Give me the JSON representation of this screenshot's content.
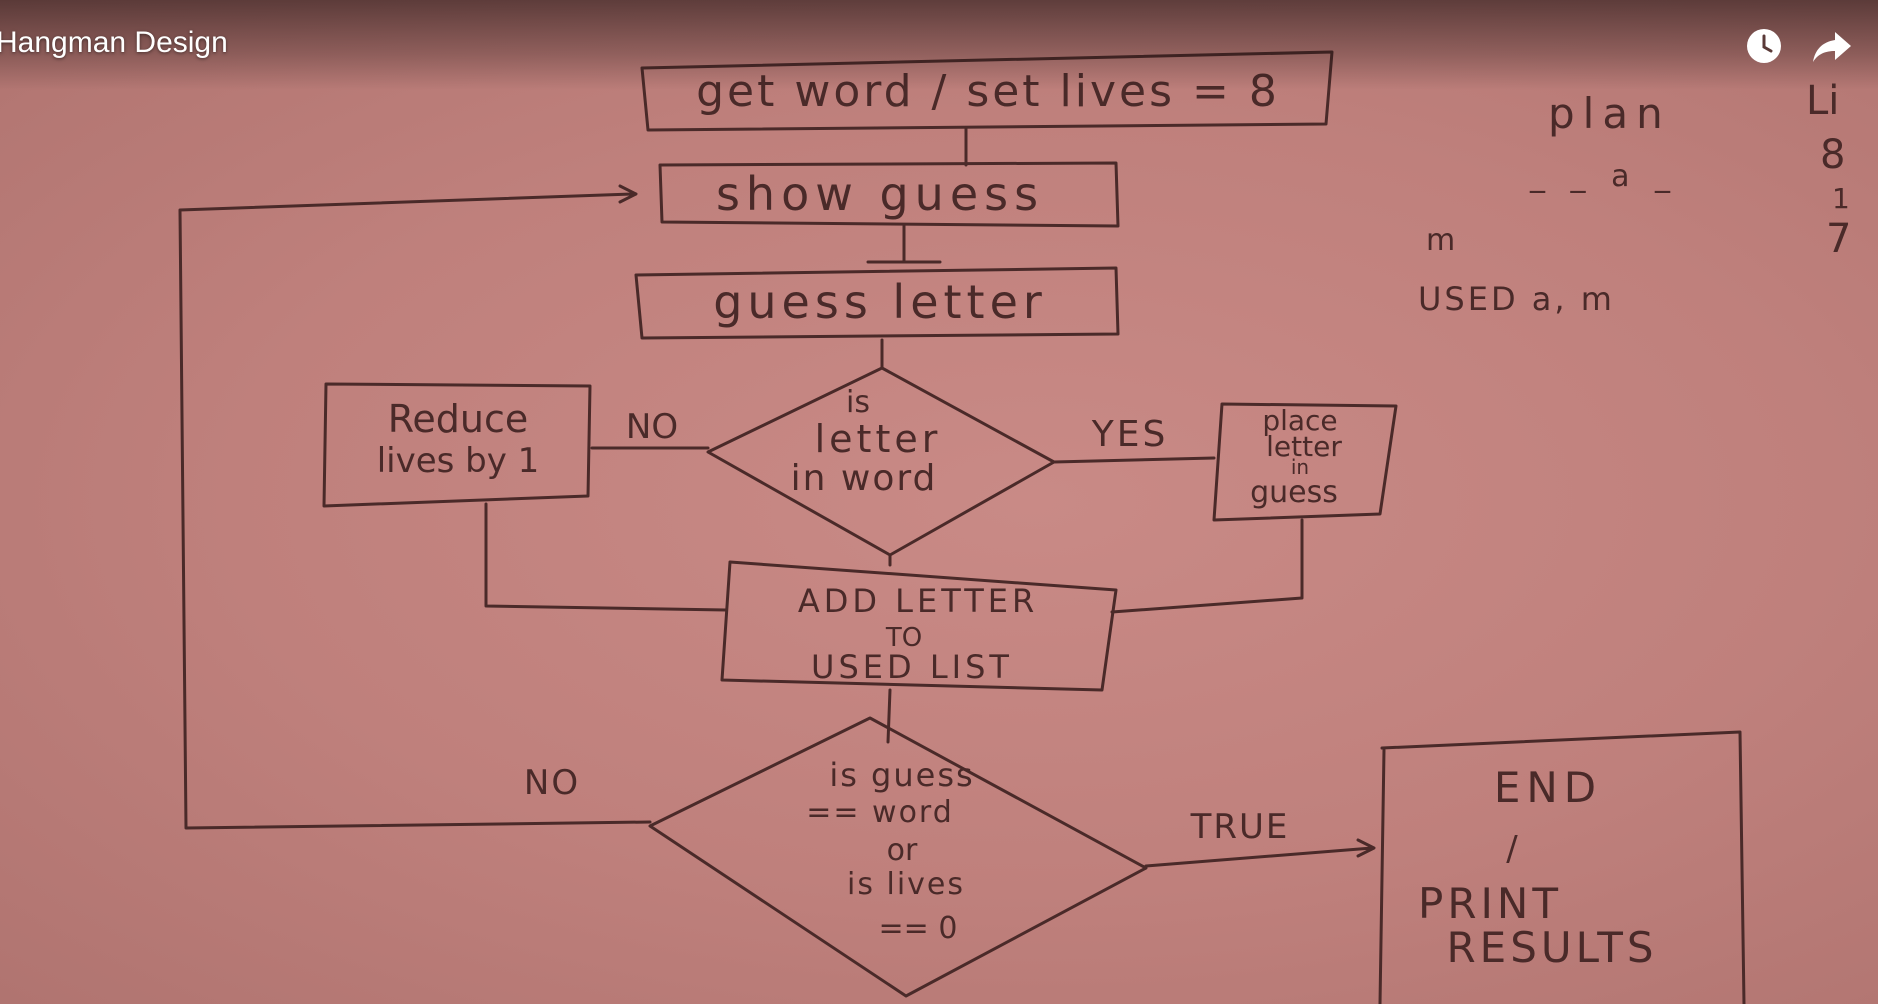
{
  "player": {
    "title": "Hangman Design",
    "watch_later_label": "Watch later",
    "share_label": "Share"
  },
  "flowchart": {
    "start": "get word / set lives = 8",
    "show_guess": "show guess",
    "guess_letter": "guess letter",
    "decision_letter": [
      "is",
      "letter",
      "in word"
    ],
    "reduce_lives": [
      "Reduce",
      "lives by 1"
    ],
    "place_letter": [
      "place",
      "letter",
      "in",
      "guess"
    ],
    "add_used": [
      "ADD LETTER",
      "TO",
      "USED LIST"
    ],
    "decision_end": [
      "is guess",
      "== word",
      "or",
      "is lives",
      "== 0"
    ],
    "end": [
      "END",
      "/",
      "PRINT",
      "RESULTS"
    ],
    "label_no_1": "NO",
    "label_yes": "YES",
    "label_no_2": "NO",
    "label_true": "TRUE"
  },
  "notes": {
    "plan": "plan",
    "guess_pattern": "_ _ a _",
    "letter_m": "m",
    "used": "USED a, m",
    "lives_header": "Li",
    "lives_values": [
      "8",
      "1",
      "7"
    ]
  }
}
